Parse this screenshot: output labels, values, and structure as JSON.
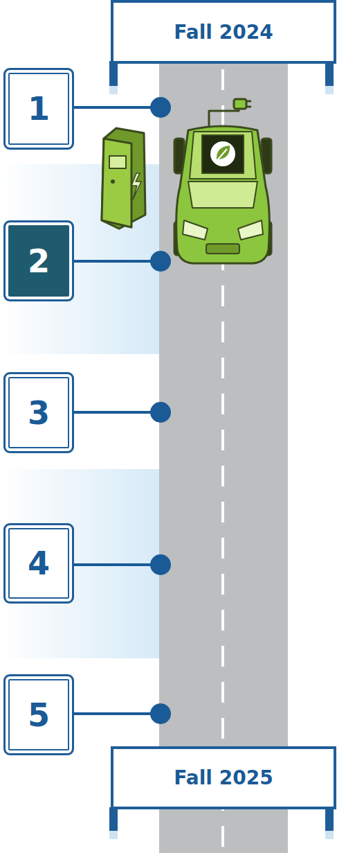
{
  "diagram": {
    "nodes": [
      {
        "text": [
          "Fall 2024"
        ]
      },
      {
        "text": [
          "1"
        ]
      },
      {
        "text": [
          "2"
        ]
      },
      {
        "text": [
          "3"
        ]
      },
      {
        "text": [
          "4"
        ]
      },
      {
        "text": [
          "5"
        ]
      },
      {
        "text": [
          "Fall 2025"
        ]
      }
    ]
  }
}
